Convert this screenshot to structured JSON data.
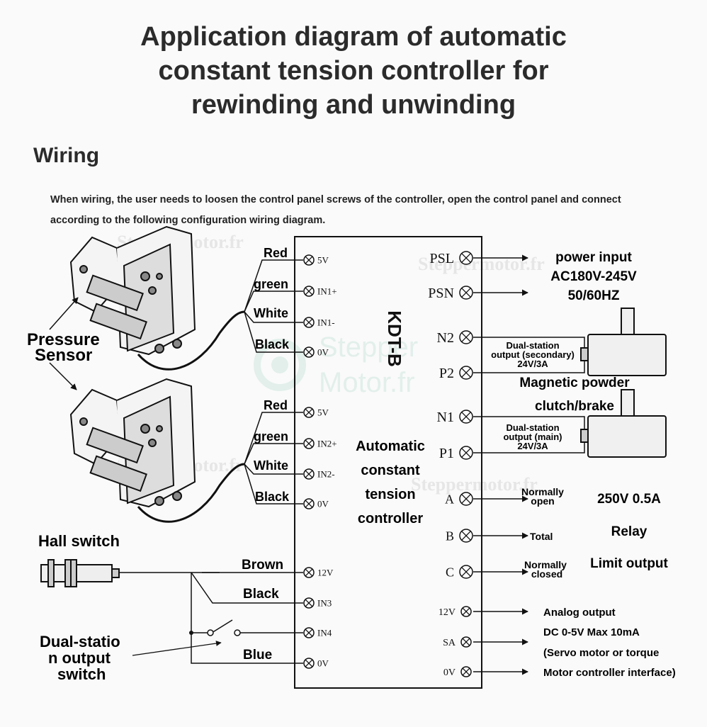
{
  "title": {
    "line1": "Application diagram of automatic",
    "line2": "constant tension controller for",
    "line3": "rewinding and unwinding"
  },
  "wiring": {
    "heading": "Wiring",
    "intro_line1": "When wiring, the user needs to loosen the control panel screws of the controller, open the control panel and connect",
    "intro_line2": "according to the following configuration wiring diagram."
  },
  "watermark": {
    "text1": "Steppermotor.fr",
    "logo_line1": "Stepper",
    "logo_line2": "Motor.fr"
  },
  "controller": {
    "model": "KDT-B",
    "name_line1": "Automatic",
    "name_line2": "constant",
    "name_line3": "tension",
    "name_line4": "controller",
    "left_terminals": [
      "5V",
      "IN1+",
      "IN1-",
      "0V",
      "5V",
      "IN2+",
      "IN2-",
      "0V",
      "12V",
      "IN3",
      "IN4",
      "0V"
    ],
    "right_terminals": [
      "PSL",
      "PSN",
      "N2",
      "P2",
      "N1",
      "P1",
      "A",
      "B",
      "C",
      "12V",
      "SA",
      "0V"
    ]
  },
  "sensor1_wires": [
    "Red",
    "green",
    "White",
    "Black"
  ],
  "sensor2_wires": [
    "Red",
    "green",
    "White",
    "Black"
  ],
  "pressure_sensor": {
    "line1": "Pressure",
    "line2": "Sensor"
  },
  "hall_switch": {
    "label": "Hall switch",
    "wire_brown": "Brown",
    "wire_black": "Black",
    "wire_blue": "Blue"
  },
  "dual_station_switch": {
    "line1": "Dual-statio",
    "line2": "n output",
    "line3": "switch"
  },
  "power": {
    "line1": "power input",
    "line2": "AC180V-245V",
    "line3": "50/60HZ"
  },
  "outputs": {
    "secondary_line1": "Dual-station",
    "secondary_line2": "output (secondary)",
    "secondary_line3": "24V/3A",
    "main_line1": "Dual-station",
    "main_line2": "output (main)",
    "main_line3": "24V/3A",
    "clutch_line1": "Magnetic powder",
    "clutch_line2": "clutch/brake"
  },
  "relay": {
    "normally_open_line1": "Normally",
    "normally_open_line2": "open",
    "total": "Total",
    "normally_closed_line1": "Normally",
    "normally_closed_line2": "closed",
    "rating": "250V 0.5A",
    "relay_label": "Relay",
    "limit_output": "Limit output"
  },
  "analog": {
    "line1": "Analog output",
    "line2": "DC 0-5V Max 10mA",
    "line3": "(Servo motor or torque",
    "line4": "Motor controller interface)"
  }
}
